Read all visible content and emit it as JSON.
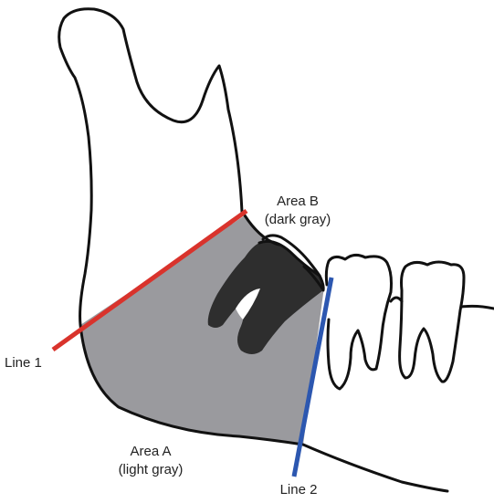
{
  "labels": {
    "area_b": {
      "line1": "Area B",
      "line2": "(dark gray)"
    },
    "area_a": {
      "line1": "Area A",
      "line2": "(light gray)"
    },
    "line_1": "Line 1",
    "line_2": "Line 2"
  },
  "colors": {
    "outline": "#111111",
    "area_a_fill": "#9a9a9e",
    "area_b_fill": "#2e2e2e",
    "line_1": "#d9332c",
    "line_2": "#2c57b0",
    "background": "#ffffff"
  }
}
